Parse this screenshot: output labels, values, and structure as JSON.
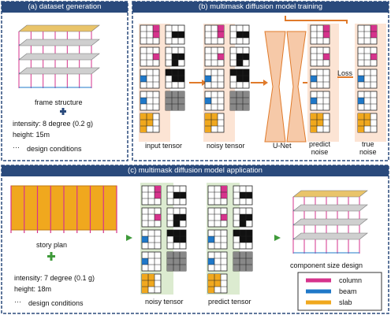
{
  "panel_a": {
    "title": "(a) dataset generation",
    "structure_label": "frame structure",
    "intensity": "intensity: 8 degree (0.2 g)",
    "height": "height: 15m",
    "conditions": "design conditions",
    "ellipsis": "···"
  },
  "panel_b": {
    "title": "(b) multimask diffusion model training",
    "input_label": "input tensor",
    "noisy_label": "noisy tensor",
    "unet_label": "U-Net",
    "predict_label": "predict\nnoise",
    "true_label": "true\nnoise",
    "loss_label": "Loss",
    "ellipsis": "···"
  },
  "panel_c": {
    "title": "(c) multimask diffusion model application",
    "story_plan_label": "story plan",
    "intensity": "intensity: 7 degree (0.1 g)",
    "height": "height: 18m",
    "conditions": "design conditions",
    "noisy_label": "noisy tensor",
    "predict_label": "predict tensor",
    "output_label": "component size design",
    "ellipsis": "···"
  },
  "legend": {
    "items": [
      {
        "label": "column",
        "color": "#d6338c"
      },
      {
        "label": "beam",
        "color": "#1f78c8"
      },
      {
        "label": "slab",
        "color": "#f0a81e"
      }
    ]
  },
  "colors": {
    "header": "#2a4a7c",
    "tensor_bg": "#fce4d4",
    "predict_bg": "#dcebd0",
    "arrow_orange": "#e07a2a",
    "arrow_green": "#3f9a3a"
  }
}
